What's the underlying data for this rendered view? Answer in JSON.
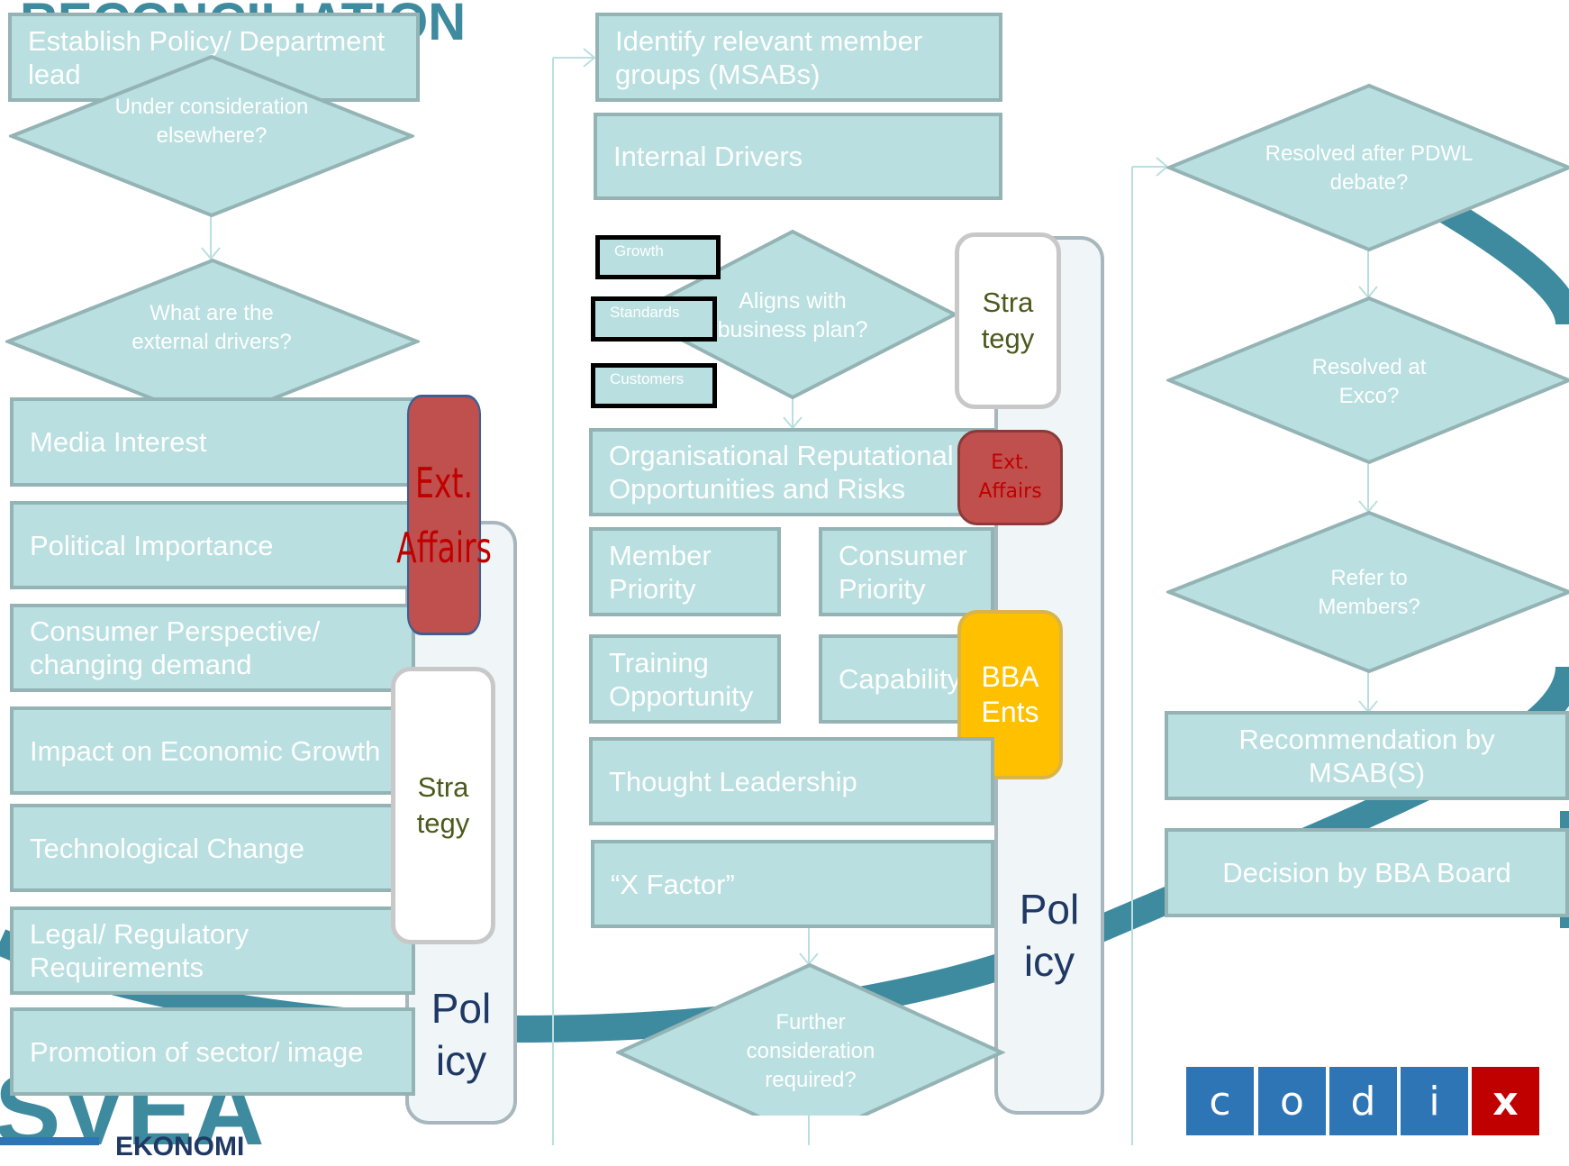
{
  "header_fragment": "RECONCILIATION",
  "footer_fragment_1": "SVEA",
  "footer_fragment_2": "EKONOMI",
  "col1": {
    "top_box": "Establish Policy/ Department lead",
    "d1": "Under consideration elsewhere?",
    "d2": "What are the external drivers?",
    "drivers": [
      "Media Interest",
      "Political Importance",
      "Consumer Perspective/ changing demand",
      "Impact on Economic Growth",
      "Technological Change",
      "Legal/ Regulatory Requirements",
      "Promotion of sector/ image"
    ],
    "ext_affairs_label": "Ext. Affairs",
    "strategy_label": "Stra tegy",
    "policy_label": "Pol icy"
  },
  "col2": {
    "top_box": "Identify relevant member groups (MSABs)",
    "internal": "Internal Drivers",
    "tags": [
      "Growth",
      "Standards",
      "Customers"
    ],
    "d_align": "Aligns with business plan?",
    "strategy_label": "Stra tegy",
    "org_box": "Organisational Reputational Opportunities and Risks",
    "ext_affairs_label": "Ext. Affairs",
    "member_priority": "Member Priority",
    "consumer_priority": "Consumer Priority",
    "training": "Training Opportunity",
    "capability": "Capability Inclusion",
    "bba_ents": "BBA Ents",
    "thought": "Thought Leadership",
    "xfactor": "“X Factor”",
    "policy_label": "Pol icy",
    "d_further": "Further consideration required?"
  },
  "col3": {
    "d1": "Resolved after PDWL debate?",
    "d2": "Resolved at Exco?",
    "d3": "Refer to Members?",
    "rec": "Recommendation by MSAB(S)",
    "decision": "Decision by BBA Board"
  },
  "logo": {
    "letters": [
      "c",
      "o",
      "d",
      "i",
      "x"
    ],
    "blue": "#2e75b6",
    "red": "#c00000"
  },
  "colors": {
    "box_fill": "#b9dfe0",
    "box_border": "#94b3b5",
    "arc": "#3e8a9f"
  }
}
